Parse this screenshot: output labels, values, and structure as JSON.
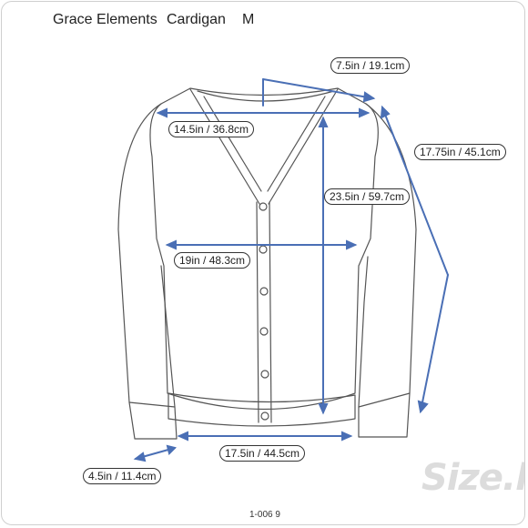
{
  "header": {
    "brand": "Grace Elements",
    "item": "Cardigan",
    "size": "M"
  },
  "measurements": {
    "shoulder": "7.5in / 19.1cm",
    "sleeve": "17.75in / 45.1cm",
    "across": "14.5in / 36.8cm",
    "length": "23.5in / 59.7cm",
    "chest": "19in / 48.3cm",
    "hem": "17.5in / 44.5cm",
    "cuff": "4.5in / 11.4cm"
  },
  "footer": {
    "code": "1-006 9"
  },
  "logo": {
    "text": "Size.ly"
  },
  "colors": {
    "measure_line": "#4a6fb5",
    "outline": "#555555",
    "logo": "#dcdcdc"
  }
}
